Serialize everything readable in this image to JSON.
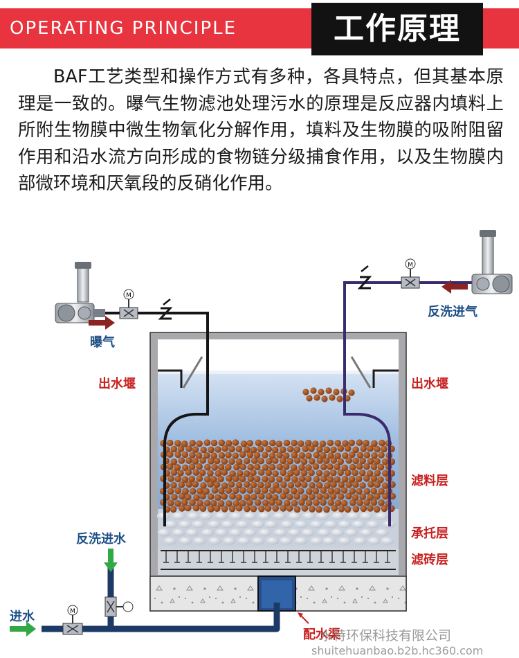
{
  "header": {
    "title_en": "OPERATING PRINCIPLE",
    "title_cn": "工作原理"
  },
  "description": "BAF工艺类型和操作方式有多种，各具特点，但其基本原理是一致的。曝气生物滤池处理污水的原理是反应器内填料上所附生物膜中微生物氧化分解作用，填料及生物膜的吸附阻留作用和沿水流方向形成的食物链分级捕食作用，以及生物膜内部微环境和厌氧段的反硝化作用。",
  "diagram": {
    "labels": {
      "aeration": "曝气",
      "backwash_air": "反洗进气",
      "outlet_weir_left": "出水堰",
      "outlet_weir_right": "出水堰",
      "filter_media_layer": "滤料层",
      "support_layer": "承托层",
      "filter_brick_layer": "滤砖层",
      "backwash_water_inlet": "反洗进水",
      "water_inlet": "进水",
      "distribution_channel": "配水渠"
    },
    "valve_symbol": "M",
    "colors": {
      "water": "#8fb0d8",
      "media_ball": "#a5521f",
      "support_stone": "#d9dde4",
      "concrete": "#e6e6e6",
      "pipe": "#151515",
      "backwash_pipe": "#3a2a6e",
      "inlet_pipe": "#1d3a66",
      "arrow_red": "#8b2323",
      "arrow_green": "#32a845",
      "label_red": "#c81f1f",
      "label_blue": "#1e4f86"
    }
  },
  "watermark": {
    "company": "水特环保科技有限公司",
    "url": "shuitehuanbao.b2b.hc360.com"
  }
}
